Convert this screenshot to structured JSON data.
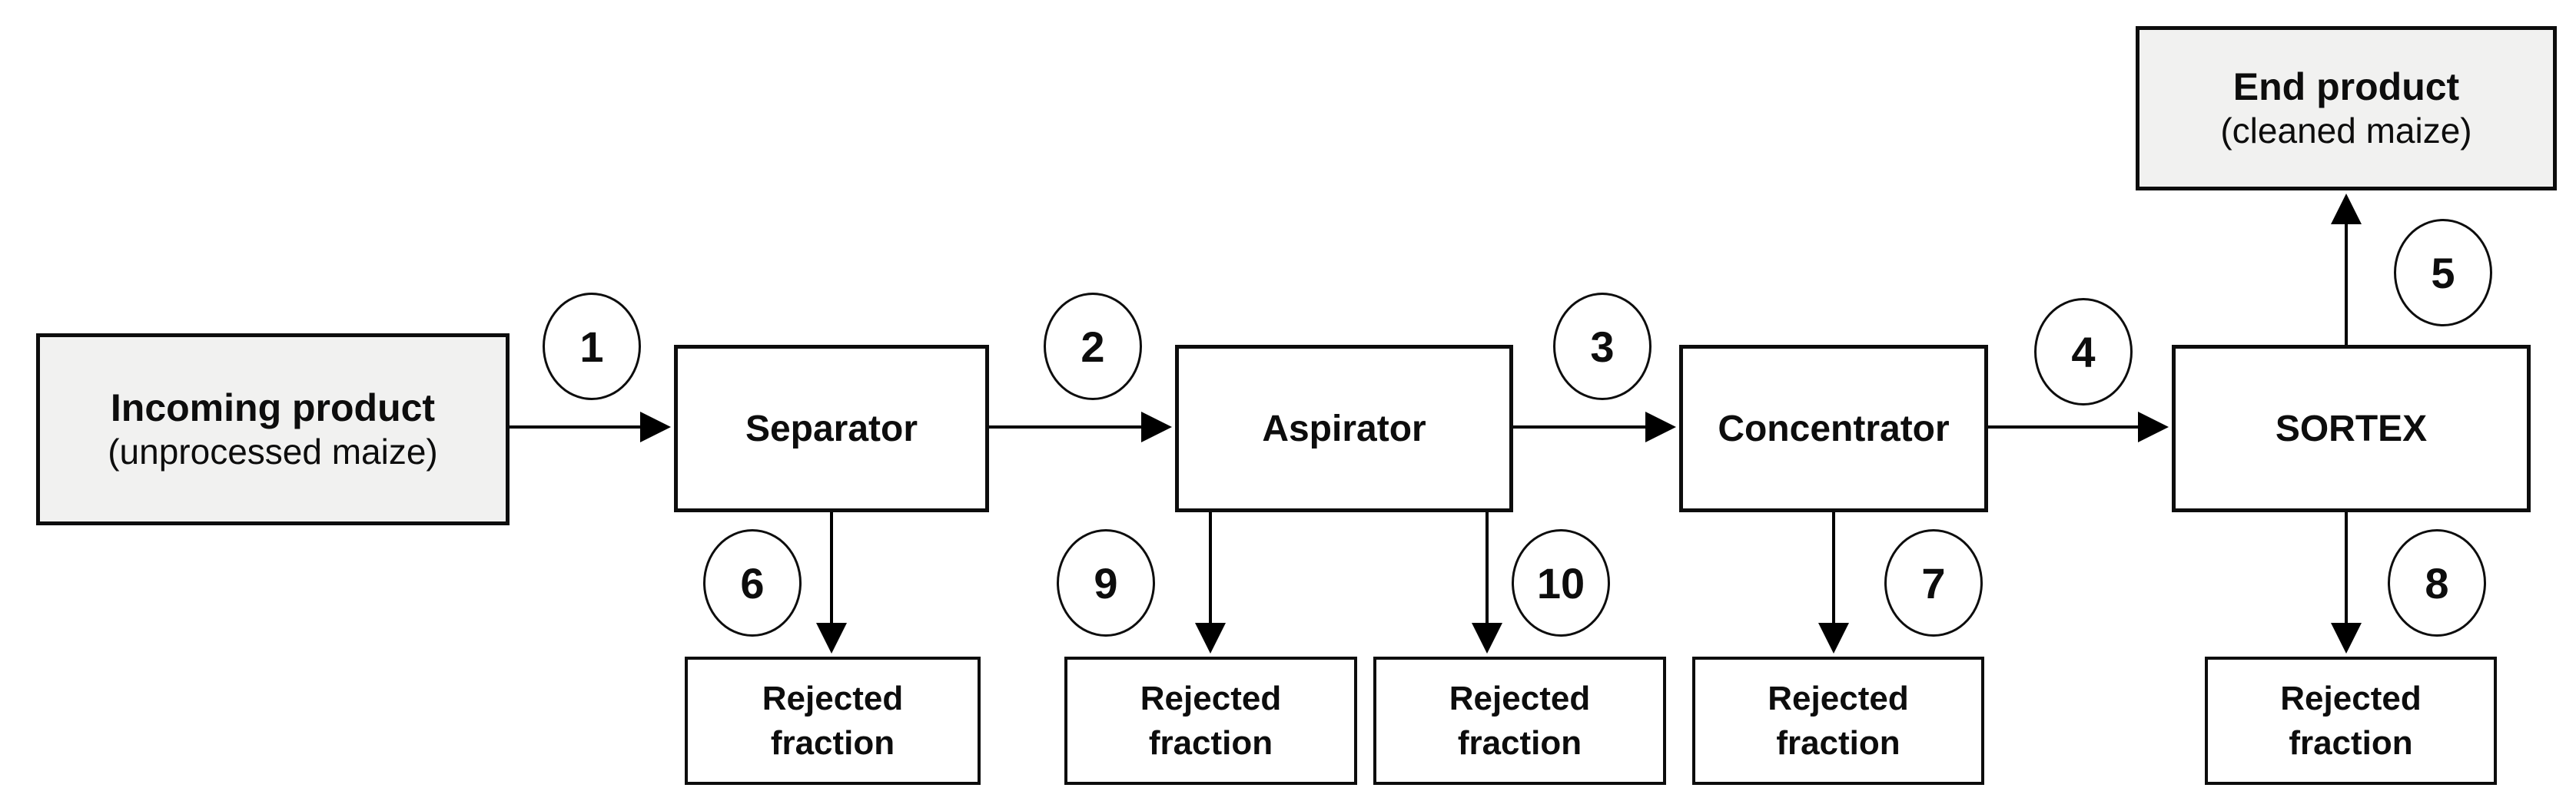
{
  "diagram_type": "process-flow",
  "nodes": {
    "incoming": {
      "title": "Incoming product",
      "subtitle": "(unprocessed maize)"
    },
    "separator": {
      "label": "Separator"
    },
    "aspirator": {
      "label": "Aspirator"
    },
    "concentrator": {
      "label": "Concentrator"
    },
    "sortex": {
      "label": "SORTEX"
    },
    "end_product": {
      "title": "End product",
      "subtitle": "(cleaned maize)"
    }
  },
  "rejected_fractions": [
    {
      "from": "Separator",
      "label": "Rejected\nfraction"
    },
    {
      "from": "Aspirator",
      "label": "Rejected\nfraction"
    },
    {
      "from": "Aspirator",
      "label": "Rejected\nfraction"
    },
    {
      "from": "Concentrator",
      "label": "Rejected\nfraction"
    },
    {
      "from": "SORTEX",
      "label": "Rejected\nfraction"
    }
  ],
  "markers": {
    "c1": "1",
    "c2": "2",
    "c3": "3",
    "c4": "4",
    "c5": "5",
    "c6": "6",
    "c7": "7",
    "c8": "8",
    "c9": "9",
    "c10": "10"
  },
  "edges": [
    {
      "id": "1",
      "from": "Incoming product",
      "to": "Separator"
    },
    {
      "id": "2",
      "from": "Separator",
      "to": "Aspirator"
    },
    {
      "id": "3",
      "from": "Aspirator",
      "to": "Concentrator"
    },
    {
      "id": "4",
      "from": "Concentrator",
      "to": "SORTEX"
    },
    {
      "id": "5",
      "from": "SORTEX",
      "to": "End product"
    },
    {
      "id": "6",
      "from": "Separator",
      "to": "Rejected fraction"
    },
    {
      "id": "9",
      "from": "Aspirator",
      "to": "Rejected fraction (left)"
    },
    {
      "id": "10",
      "from": "Aspirator",
      "to": "Rejected fraction (right)"
    },
    {
      "id": "7",
      "from": "Concentrator",
      "to": "Rejected fraction"
    },
    {
      "id": "8",
      "from": "SORTEX",
      "to": "Rejected fraction"
    }
  ],
  "colors": {
    "page_bg": "#ffffff",
    "box_fill_gray": "#f1f1f0",
    "box_fill_white": "#ffffff",
    "border_color": "#0d0d0d",
    "line_color": "#000000",
    "text_color": "#0d0d0d"
  }
}
